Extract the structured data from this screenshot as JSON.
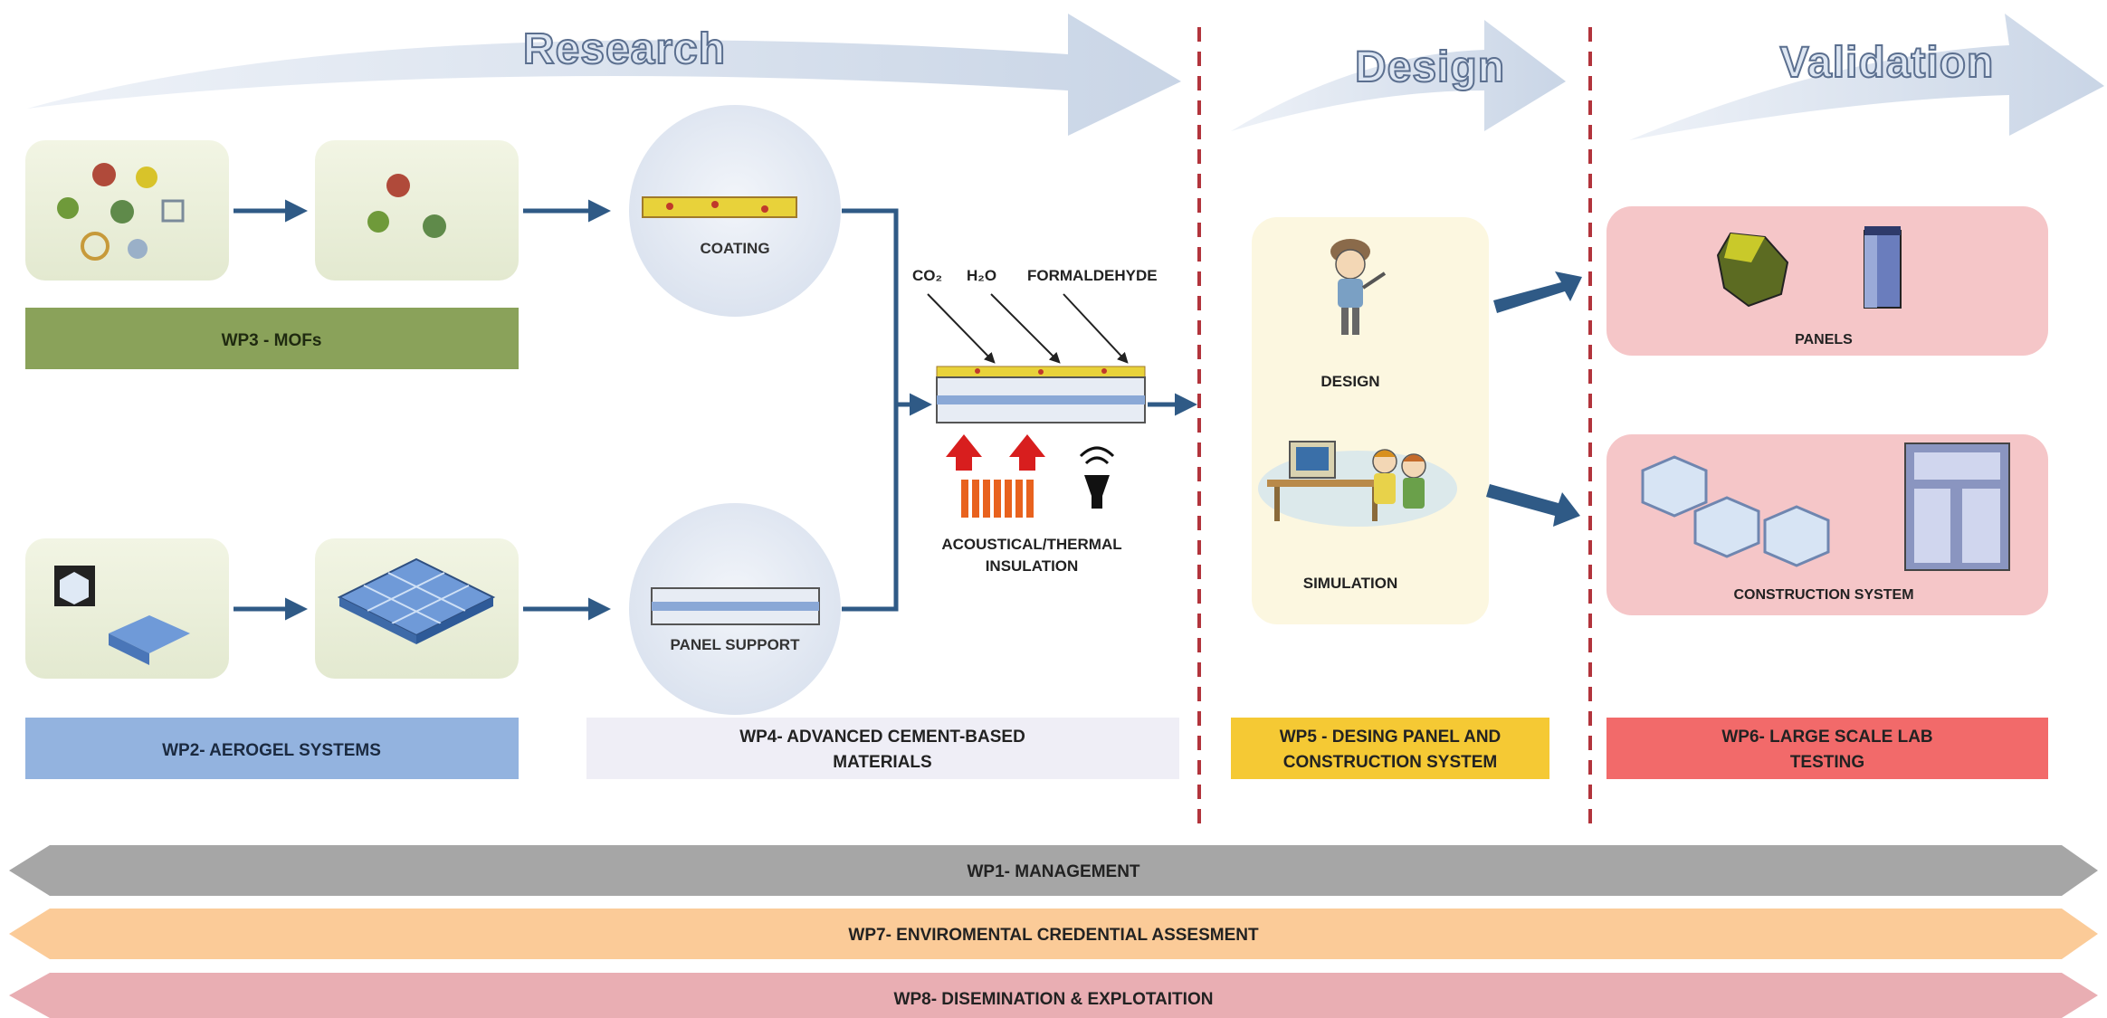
{
  "phases": {
    "research": "Research",
    "design": "Design",
    "validation": "Validation"
  },
  "wp3": {
    "label": "WP3 - MOFs"
  },
  "wp2": {
    "label": "WP2- AEROGEL SYSTEMS"
  },
  "wp4": {
    "label_line1": "WP4- ADVANCED CEMENT-BASED",
    "label_line2": "MATERIALS"
  },
  "wp5": {
    "label_line1": "WP5 - DESING PANEL AND",
    "label_line2": "CONSTRUCTION SYSTEM"
  },
  "wp6": {
    "label_line1": "WP6- LARGE SCALE LAB",
    "label_line2": "TESTING"
  },
  "circles": {
    "coating": "COATING",
    "panel_support": "PANEL SUPPORT"
  },
  "pollutants": {
    "co2": "CO₂",
    "h2o": "H₂O",
    "formaldehyde": "FORMALDEHYDE"
  },
  "insulation": {
    "line1": "ACOUSTICAL/THERMAL",
    "line2": "INSULATION"
  },
  "design_box": {
    "design": "DESIGN",
    "simulation": "SIMULATION"
  },
  "validation_boxes": {
    "panels": "PANELS",
    "construction": "CONSTRUCTION SYSTEM"
  },
  "bars": {
    "wp1": "WP1- MANAGEMENT",
    "wp7": "WP7- ENVIROMENTAL CREDENTIAL ASSESMENT",
    "wp8": "WP8- DISEMINATION & EXPLOTAITION"
  },
  "colors": {
    "arrow_blue": "#2f5a86",
    "wp3_green": "#8aa25a",
    "wp2_blue": "#93b3df",
    "wp4_lavender": "#efeef6",
    "wp5_yellow": "#f5c934",
    "wp6_red": "#f26a6a",
    "validation_pink": "#f5c6c8",
    "design_cream": "#fcf7e0",
    "bar_grey": "#a6a6a6",
    "bar_orange": "#fbcb98",
    "bar_pink": "#e9aeb3",
    "divider_red": "#b2343c"
  }
}
